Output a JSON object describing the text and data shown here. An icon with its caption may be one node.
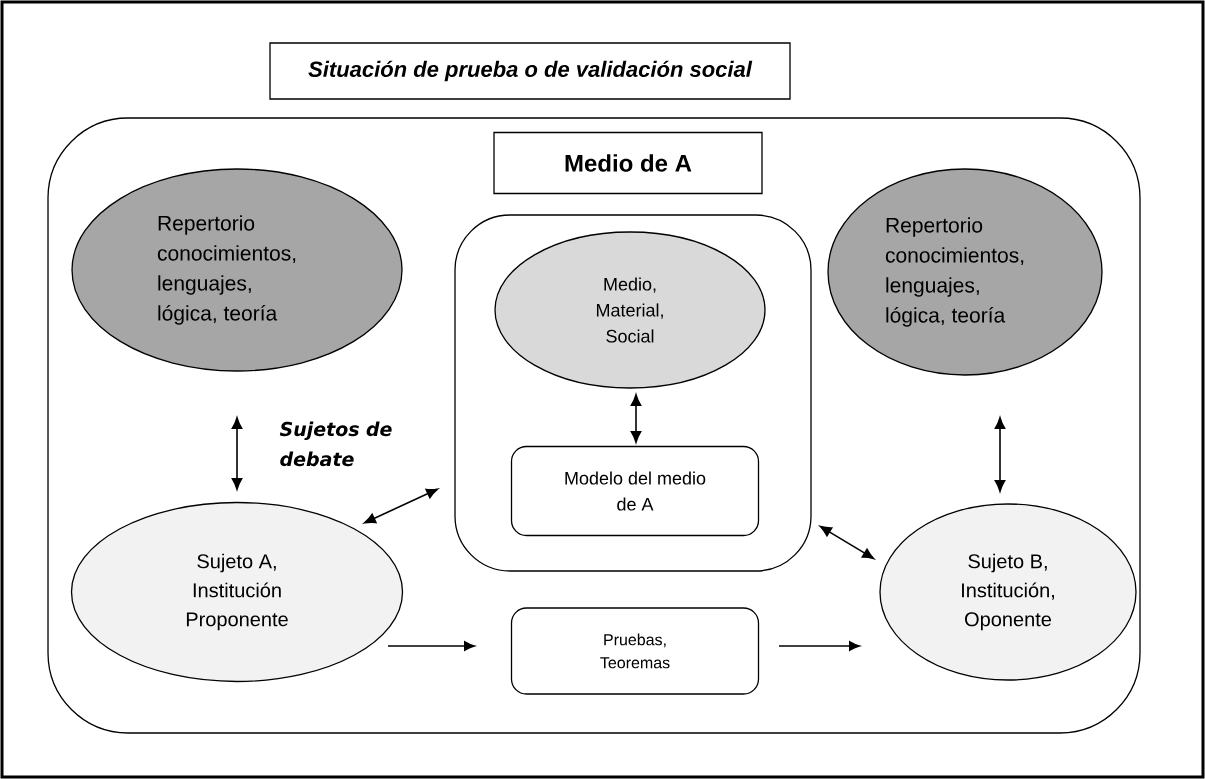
{
  "diagram": {
    "nodes": [
      {
        "text": [
          "Situación de prueba o de validación social"
        ]
      },
      {
        "text": [],
        "shape": "box"
      },
      {
        "text": [
          "Medio de A"
        ],
        "in": 1
      },
      {
        "text": [
          "Repertorio conocimientos, lenguajes, lógica, teoría"
        ],
        "in": 1
      },
      {
        "text": [],
        "shape": "box",
        "in": 1
      },
      {
        "text": [
          "Medio, Material, Social"
        ],
        "in": 4
      },
      {
        "text": [
          "Modelo del medio de A"
        ],
        "in": 4
      },
      {
        "text": [
          "Repertorio conocimientos, lenguajes, lógica, teoría"
        ],
        "in": 1
      },
      {
        "text": [
          "Sujeto A, Institución Proponente"
        ],
        "in": 1
      },
      {
        "text": [
          "Pruebas, Teoremas"
        ],
        "in": 1
      },
      {
        "text": [
          "Sujeto B, Institución, Oponente"
        ],
        "in": 1
      }
    ],
    "edges": [
      {
        "from": 3,
        "to": 8,
        "arrow": "both"
      },
      {
        "from": 5,
        "to": 6,
        "arrow": "both"
      },
      {
        "from": 8,
        "to": 4,
        "arrow": "both"
      },
      {
        "from": 4,
        "to": 10,
        "arrow": "both"
      },
      {
        "from": 7,
        "to": 10,
        "arrow": "both"
      },
      {
        "from": 8,
        "to": 9,
        "arrow": "to"
      },
      {
        "from": 9,
        "to": 10,
        "arrow": "to"
      }
    ],
    "labels": [
      "Sujetos de debate"
    ]
  }
}
